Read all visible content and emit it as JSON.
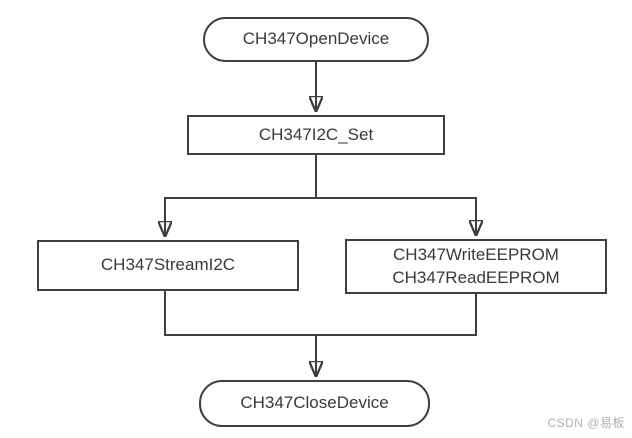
{
  "diagram": {
    "background_color": "#ffffff",
    "line_color": "#3f3f3f",
    "text_color": "#3a3a3a",
    "nodes": {
      "open_device": {
        "label": "CH347OpenDevice",
        "shape": "stadium"
      },
      "i2c_set": {
        "label": "CH347I2C_Set",
        "shape": "rectangle"
      },
      "stream_i2c": {
        "label": "CH347StreamI2C",
        "shape": "rectangle"
      },
      "eeprom": {
        "line1": "CH347WriteEEPROM",
        "line2": "CH347ReadEEPROM",
        "shape": "rectangle"
      },
      "close_device": {
        "label": "CH347CloseDevice",
        "shape": "stadium"
      }
    },
    "edges": [
      {
        "from": "CH347OpenDevice",
        "to": "CH347I2C_Set"
      },
      {
        "from": "CH347I2C_Set",
        "to": "CH347StreamI2C"
      },
      {
        "from": "CH347I2C_Set",
        "to": "CH347WriteEEPROM / CH347ReadEEPROM"
      },
      {
        "from": "CH347StreamI2C",
        "to": "CH347CloseDevice"
      },
      {
        "from": "CH347WriteEEPROM / CH347ReadEEPROM",
        "to": "CH347CloseDevice"
      }
    ]
  },
  "watermark": {
    "text": "CSDN @易板",
    "color": "#b7aeae"
  }
}
